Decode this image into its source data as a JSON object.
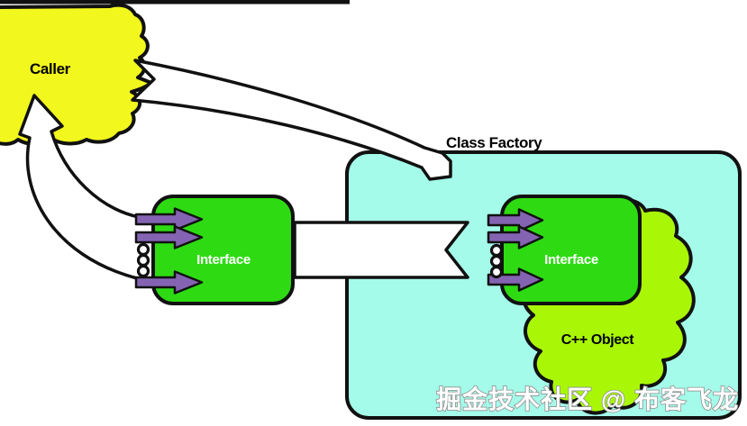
{
  "diagram": {
    "caller_label": "Caller",
    "class_factory_label": "Class Factory",
    "interface_left_label": "Interface",
    "interface_right_label": "Interface",
    "cpp_object_label": "C++ Object",
    "watermark": "掘金技术社区 @ 布客飞龙",
    "colors": {
      "caller_cloud": "#f2f71d",
      "factory_box": "#a4fbe9",
      "interface_box": "#2edb13",
      "cpp_object_cloud": "#a9f707",
      "pointer_arrow": "#8464b2",
      "outline": "#111111",
      "label_light": "#ffffff",
      "label_dark": "#000000"
    }
  }
}
